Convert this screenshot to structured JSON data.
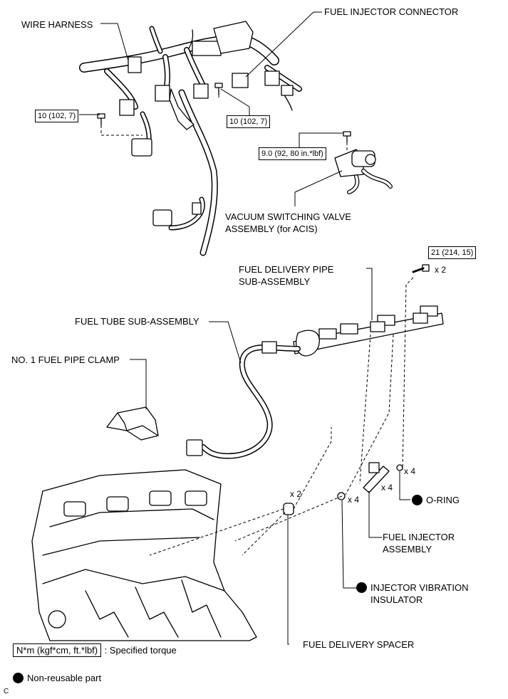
{
  "labels": {
    "wire_harness": "WIRE HARNESS",
    "fuel_injector_connector": "FUEL INJECTOR CONNECTOR",
    "vsv_line1": "VACUUM SWITCHING VALVE",
    "vsv_line2": "ASSEMBLY (for ACIS)",
    "fuel_delivery_pipe_line1": "FUEL DELIVERY PIPE",
    "fuel_delivery_pipe_line2": "SUB-ASSEMBLY",
    "fuel_tube": "FUEL TUBE SUB-ASSEMBLY",
    "fuel_pipe_clamp": "NO. 1 FUEL PIPE CLAMP",
    "o_ring": "O-RING",
    "fuel_injector_line1": "FUEL INJECTOR",
    "fuel_injector_line2": "ASSEMBLY",
    "insulator_line1": "INJECTOR VIBRATION",
    "insulator_line2": "INSULATOR",
    "fuel_delivery_spacer": "FUEL DELIVERY SPACER"
  },
  "torques": {
    "harness_left": "10 (102, 7)",
    "harness_right": "10 (102, 7)",
    "vsv": "9.0 (92, 80 in.*lbf)",
    "delivery_pipe": "21 (214, 15)"
  },
  "quantities": {
    "delivery_pipe_bolt": "x 2",
    "spacer": "x 2",
    "insulator": "x 4",
    "injector": "x 4",
    "o_ring": "x 4"
  },
  "legend": {
    "torque_box": "N*m (kgf*cm, ft.*lbf)",
    "torque_text": ": Specified torque",
    "non_reusable": "Non-reusable part"
  },
  "corner_mark": "C"
}
